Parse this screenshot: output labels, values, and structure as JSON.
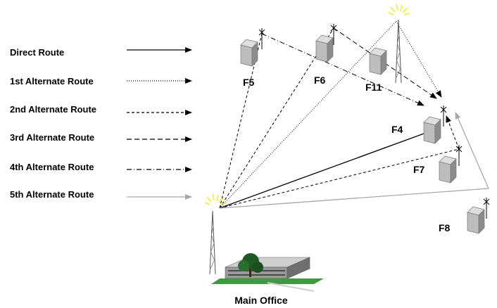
{
  "legend": {
    "direct": "Direct Route",
    "alt1": "1st Alternate Route",
    "alt2": "2nd Alternate Route",
    "alt3": "3rd Alternate Route",
    "alt4": "4th Alternate Route",
    "alt5": "5th Alternate Route"
  },
  "sites": {
    "f5": "F5",
    "f6": "F6",
    "f11": "F11",
    "f4": "F4",
    "f7": "F7",
    "f8": "F8",
    "main_office": "Main Office"
  },
  "colors": {
    "line": "#000000",
    "alt5": "#a8a8a8",
    "flash": "#f2ee2e",
    "shelter_front": "#bdbdbd",
    "shelter_side": "#8c8c8c",
    "shelter_roof": "#dedede"
  }
}
